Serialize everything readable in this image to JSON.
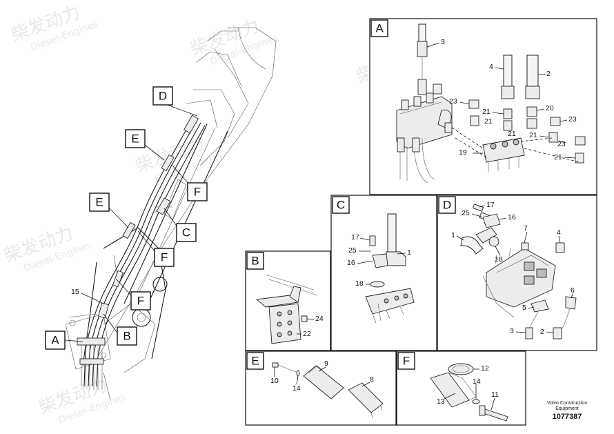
{
  "callouts": {
    "A": "A",
    "B": "B",
    "C": "C",
    "D": "D",
    "E": "E",
    "F": "F"
  },
  "parts": {
    "p1": "1",
    "p2": "2",
    "p3": "3",
    "p4": "4",
    "p5": "5",
    "p6": "6",
    "p7": "7",
    "p8": "8",
    "p9": "9",
    "p10": "10",
    "p11": "11",
    "p12": "12",
    "p13": "13",
    "p14": "14",
    "p15": "15",
    "p16": "16",
    "p17": "17",
    "p18": "18",
    "p19": "19",
    "p20": "20",
    "p21": "21",
    "p22": "22",
    "p23": "23",
    "p24": "24",
    "p25": "25"
  },
  "watermark": {
    "brand": "柴发动力",
    "sub": "Diesel-Engines"
  },
  "footer": {
    "company_line1": "Volvo Construction",
    "company_line2": "Equipment",
    "drawing_number": "1077387"
  }
}
